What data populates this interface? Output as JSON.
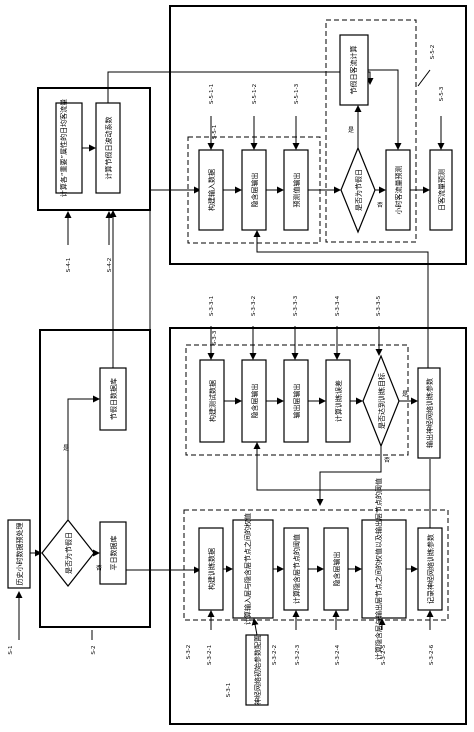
{
  "steps": {
    "s1": {
      "label": "S-1",
      "text": "历史小时数据预处理"
    },
    "s2": {
      "label": "S-2",
      "decision": "是否为节假日",
      "yes": "是",
      "no": "否",
      "holiday_db": "节假日数据库",
      "weekday_db": "平日数据库"
    },
    "s3_1": {
      "label": "S-3-1",
      "text": "神经网络初始参数配置"
    },
    "s3_2": {
      "label": "S-3-2",
      "steps": [
        {
          "label": "S-3-2-1",
          "text": "构建训练数据"
        },
        {
          "label": "S-3-2-2",
          "text": "计算输入层与隐含层节点之间的权值"
        },
        {
          "label": "S-3-2-3",
          "text": "计算隐含层节点的阈值"
        },
        {
          "label": "S-3-2-4",
          "text": "隐含层输出"
        },
        {
          "label": "S-3-2-5",
          "text": "计算隐含层与输出层节点之间的权值以及输出层节点的阈值"
        },
        {
          "label": "S-3-2-6",
          "text": "记录神经网络训练参数"
        }
      ]
    },
    "s3_3": {
      "label": "S-3-3",
      "steps": [
        {
          "label": "S-3-3-1",
          "text": "构建测试数据"
        },
        {
          "label": "S-3-3-2",
          "text": "隐含层输出"
        },
        {
          "label": "S-3-3-3",
          "text": "输出层输出"
        },
        {
          "label": "S-3-3-4",
          "text": "计算训练误差"
        }
      ],
      "decision": {
        "label": "S-3-3-5",
        "text": "是否达到训练目标"
      },
      "yes": "是",
      "no": "否",
      "output": "输出神经网络训练参数"
    },
    "s4": {
      "s4_1": {
        "label": "S-4-1",
        "text": "计算各“重要”属性的日均客流量"
      },
      "s4_2": {
        "label": "S-4-2",
        "text": "计算节假日波动系数"
      }
    },
    "s5": {
      "s5_1": {
        "label": "S-5-1",
        "steps": [
          {
            "label": "S-5-1-1",
            "text": "构建输入数据"
          },
          {
            "label": "S-5-1-2",
            "text": "隐含层输出"
          },
          {
            "label": "S-5-1-3",
            "text": "预测值输出"
          }
        ]
      },
      "s5_2": {
        "label": "S-5-2",
        "decision": "是否为节假日",
        "holiday_calc": "节假日客流计算",
        "hourly_pred": "小时客流量预测",
        "yes": "是",
        "no": "否"
      },
      "s5_3": {
        "label": "S-5-3",
        "text": "日客流量预测"
      }
    }
  }
}
